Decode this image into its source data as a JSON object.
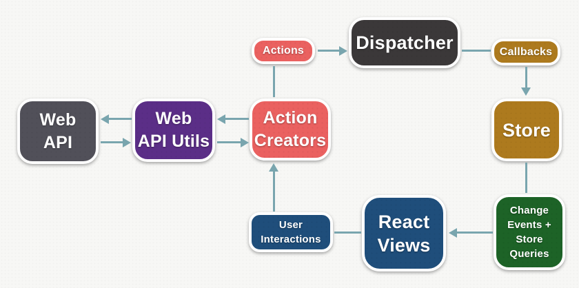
{
  "diagram_type": "flux-data-flow",
  "colors": {
    "background": "#f7f7f5",
    "arrow": "#79a5ae",
    "node_border": "#ffffff",
    "node_text": "#ffffff"
  },
  "nodes": {
    "web_api": {
      "label": "Web API",
      "lines": [
        "Web",
        "API"
      ],
      "color": "#515059"
    },
    "web_api_utils": {
      "label": "Web API Utils",
      "lines": [
        "Web",
        "API Utils"
      ],
      "color": "#5b2e87"
    },
    "action_creators": {
      "label": "Action Creators",
      "lines": [
        "Action",
        "Creators"
      ],
      "color": "#ea6160"
    },
    "actions": {
      "label": "Actions",
      "lines": [
        "Actions"
      ],
      "color": "#ea6160"
    },
    "dispatcher": {
      "label": "Dispatcher",
      "lines": [
        "Dispatcher"
      ],
      "color": "#3b3839"
    },
    "callbacks": {
      "label": "Callbacks",
      "lines": [
        "Callbacks"
      ],
      "color": "#ad7a1e"
    },
    "store": {
      "label": "Store",
      "lines": [
        "Store"
      ],
      "color": "#ad7a1e"
    },
    "change_events": {
      "label": "Change Events + Store Queries",
      "lines": [
        "Change",
        "Events +",
        "Store",
        "Queries"
      ],
      "color": "#1d6327"
    },
    "react_views": {
      "label": "React Views",
      "lines": [
        "React",
        "Views"
      ],
      "color": "#1f4e7b"
    },
    "user_interactions": {
      "label": "User Interactions",
      "lines": [
        "User",
        "Interactions"
      ],
      "color": "#1f4e7b"
    }
  },
  "connections": [
    {
      "from": "action_creators",
      "to": "actions",
      "arrowhead": false
    },
    {
      "from": "actions",
      "to": "dispatcher",
      "arrowhead": true
    },
    {
      "from": "dispatcher",
      "to": "callbacks",
      "arrowhead": false
    },
    {
      "from": "callbacks",
      "to": "store",
      "arrowhead": true
    },
    {
      "from": "store",
      "to": "change_events",
      "arrowhead": false
    },
    {
      "from": "change_events",
      "to": "react_views",
      "arrowhead": true
    },
    {
      "from": "react_views",
      "to": "user_interactions",
      "arrowhead": false
    },
    {
      "from": "user_interactions",
      "to": "action_creators",
      "arrowhead": true
    },
    {
      "from": "web_api_utils",
      "to": "web_api",
      "arrowhead": true
    },
    {
      "from": "web_api",
      "to": "web_api_utils",
      "arrowhead": true
    },
    {
      "from": "action_creators",
      "to": "web_api_utils",
      "arrowhead": true
    },
    {
      "from": "web_api_utils",
      "to": "action_creators",
      "arrowhead": true
    }
  ]
}
